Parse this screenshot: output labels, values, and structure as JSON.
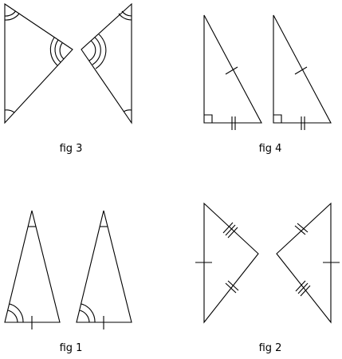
{
  "figures": {
    "fig3": {
      "label": "fig 3"
    },
    "fig4": {
      "label": "fig 4"
    },
    "fig1": {
      "label": "fig 1"
    },
    "fig2": {
      "label": "fig 2"
    }
  }
}
